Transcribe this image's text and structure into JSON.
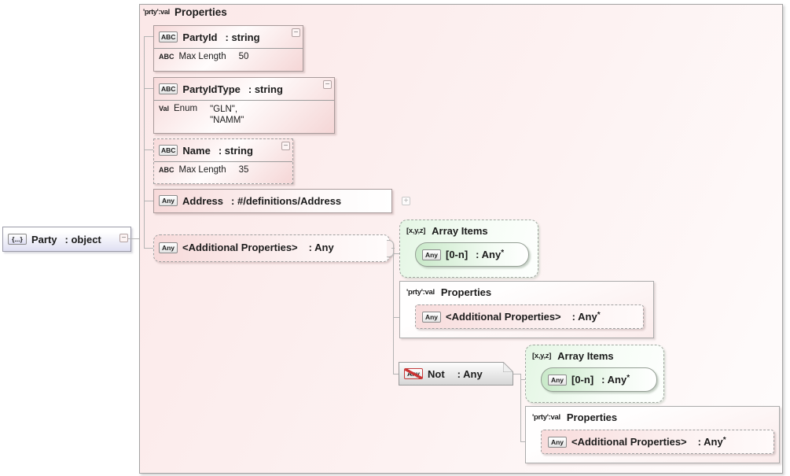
{
  "diagram": {
    "root": {
      "icon": "{...}",
      "label": "Party",
      "type": ": object",
      "toggle": "−"
    },
    "container": {
      "icon": "'prty':val",
      "title": "Properties"
    },
    "party_id": {
      "icon": "ABC",
      "label": "PartyId",
      "type": ": string",
      "toggle": "−",
      "facet": {
        "icon": "ABC",
        "label": "Max Length",
        "value": "50"
      }
    },
    "party_id_type": {
      "icon": "ABC",
      "label": "PartyIdType",
      "type": ": string",
      "toggle": "−",
      "facet": {
        "icon": "Val",
        "label": "Enum",
        "line1": "\"GLN\",",
        "line2": "\"NAMM\""
      }
    },
    "name": {
      "icon": "ABC",
      "label": "Name",
      "type": ": string",
      "toggle": "−",
      "facet": {
        "icon": "ABC",
        "label": "Max Length",
        "value": "35"
      }
    },
    "address": {
      "icon": "Any",
      "label": "Address",
      "type": ": #/definitions/Address",
      "toggle": "+"
    },
    "additional": {
      "icon": "Any",
      "label": "<Additional Properties>",
      "type": ": Any"
    },
    "any_array": {
      "icon": "[x,y,z]",
      "title": "Array Items",
      "item": {
        "icon": "Any",
        "label": "[0-n]",
        "type": ": Any",
        "star": "*"
      }
    },
    "any_props": {
      "icon": "'prty':val",
      "title": "Properties",
      "item": {
        "icon": "Any",
        "label": "<Additional Properties>",
        "type": ": Any",
        "star": "*"
      }
    },
    "not": {
      "icon": "Any",
      "label": "Not",
      "type": ": Any"
    },
    "not_array": {
      "icon": "[x,y,z]",
      "title": "Array Items",
      "item": {
        "icon": "Any",
        "label": "[0-n]",
        "type": ": Any",
        "star": "*"
      }
    },
    "not_props": {
      "icon": "'prty':val",
      "title": "Properties",
      "item": {
        "icon": "Any",
        "label": "<Additional Properties>",
        "type": ": Any",
        "star": "*"
      }
    }
  },
  "colors": {
    "pink_accent": "#f7d9d9",
    "green_accent": "#d9f0d9",
    "lavender_accent": "#dfdff2",
    "connector_line": "#b4b4b4",
    "not_red": "#cc3333",
    "border_gray": "#a3a3a3"
  }
}
